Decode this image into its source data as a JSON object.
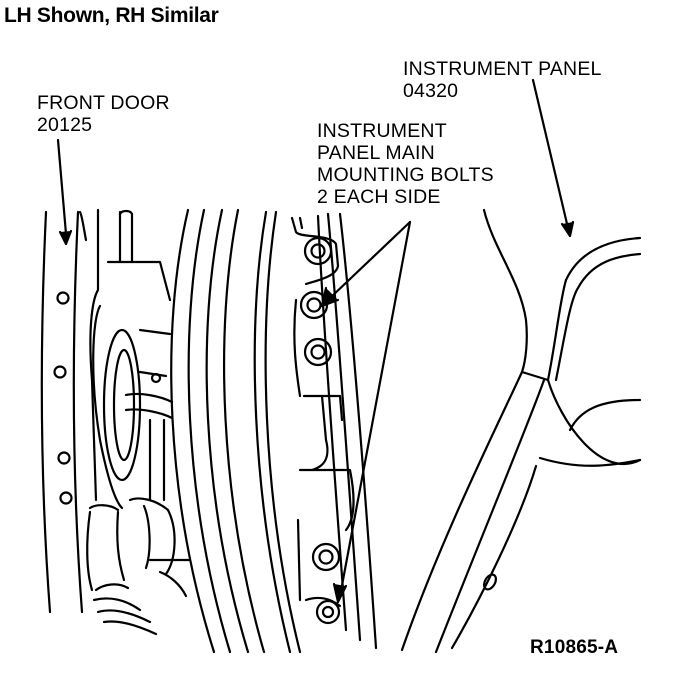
{
  "title": "LH Shown, RH Similar",
  "labels": {
    "front_door": {
      "name": "FRONT DOOR",
      "code": "20125"
    },
    "instrument_panel": {
      "name": "INSTRUMENT PANEL",
      "code": "04320"
    },
    "mounting_bolts": {
      "line1": "INSTRUMENT",
      "line2": "PANEL MAIN",
      "line3": "MOUNTING BOLTS",
      "line4": "2 EACH SIDE"
    }
  },
  "figure_id": "R10865-A",
  "colors": {
    "ink": "#000000",
    "paper": "#ffffff"
  }
}
